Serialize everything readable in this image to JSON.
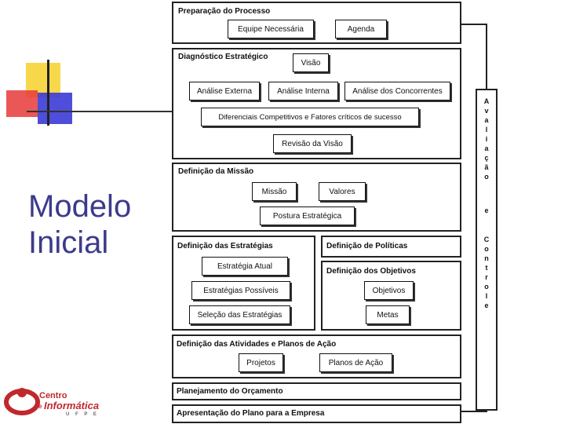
{
  "slide": {
    "title_line1": "Modelo",
    "title_line2": "Inicial"
  },
  "logo": {
    "line1": "Centro",
    "line2": "de",
    "line3": "Informática",
    "line4": "U F P E"
  },
  "sections": {
    "preparacao": {
      "title": "Preparação do Processo",
      "boxes": [
        "Equipe Necessária",
        "Agenda"
      ]
    },
    "diagnostico": {
      "title": "Diagnóstico Estratégico",
      "boxes": [
        "Visão",
        "Análise Externa",
        "Análise Interna",
        "Análise dos Concorrentes",
        "Diferenciais Competitivos e Fatores críticos de sucesso",
        "Revisão da Visão"
      ]
    },
    "missao": {
      "title": "Definição da Missão",
      "boxes": [
        "Missão",
        "Valores",
        "Postura Estratégica"
      ]
    },
    "estrategias": {
      "title": "Definição das Estratégias",
      "boxes": [
        "Estratégia Atual",
        "Estratégias Possíveis",
        "Seleção das Estratégias"
      ]
    },
    "politicas": {
      "title": "Definição de Políticas"
    },
    "objetivos": {
      "title": "Definição dos Objetivos",
      "boxes": [
        "Objetivos",
        "Metas"
      ]
    },
    "atividades": {
      "title": "Definição das Atividades e Planos de Ação",
      "boxes": [
        "Projetos",
        "Planos de Ação"
      ]
    },
    "orcamento": {
      "title": "Planejamento do Orçamento"
    },
    "apresentacao": {
      "title": "Apresentação do Plano para a Empresa"
    }
  },
  "side_panel": {
    "word1": [
      "A",
      "v",
      "a",
      "l",
      "i",
      "a",
      "ç",
      "ã",
      "o"
    ],
    "word2": [
      "e"
    ],
    "word3": [
      "C",
      "o",
      "n",
      "t",
      "r",
      "o",
      "l",
      "e"
    ]
  },
  "colors": {
    "title": "#3b3b8c",
    "yellow": "#f7d84a",
    "red": "#e8393a",
    "blue": "#3b3bd6",
    "logo": "#c0282d"
  }
}
